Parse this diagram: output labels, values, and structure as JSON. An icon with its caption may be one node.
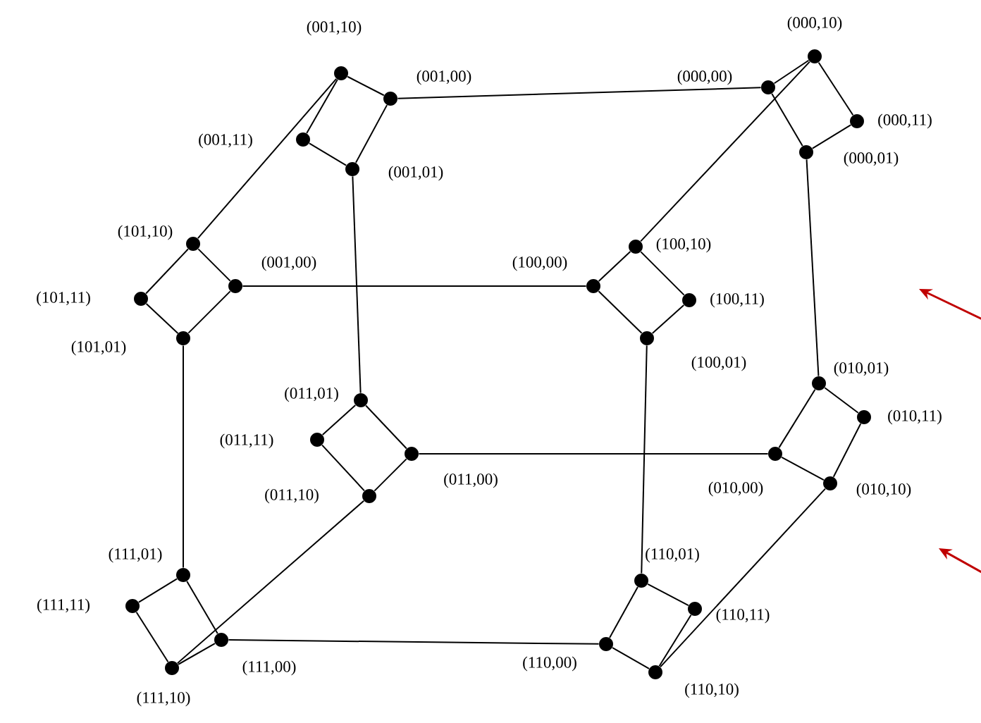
{
  "diagram": {
    "nodes": [
      {
        "text": [],
        "shape": "circle",
        "beside": [
          "(001,10)"
        ]
      },
      {
        "text": [],
        "shape": "circle",
        "beside": [
          "(001,00)"
        ]
      },
      {
        "text": [],
        "shape": "circle",
        "beside": [
          "(001,11)"
        ]
      },
      {
        "text": [],
        "shape": "circle",
        "beside": [
          "(001,01)"
        ]
      },
      {
        "text": [],
        "shape": "circle",
        "beside": [
          "(000,10)"
        ]
      },
      {
        "text": [],
        "shape": "circle",
        "beside": [
          "(000,00)"
        ]
      },
      {
        "text": [],
        "shape": "circle",
        "beside": [
          "(000,11)"
        ]
      },
      {
        "text": [],
        "shape": "circle",
        "beside": [
          "(000,01)"
        ]
      },
      {
        "text": [],
        "shape": "circle",
        "beside": [
          "(101,10)"
        ]
      },
      {
        "text": [],
        "shape": "circle",
        "beside": [
          "(001,00)"
        ]
      },
      {
        "text": [],
        "shape": "circle",
        "beside": [
          "(101,11)"
        ]
      },
      {
        "text": [],
        "shape": "circle",
        "beside": [
          "(101,01)"
        ]
      },
      {
        "text": [],
        "shape": "circle",
        "beside": [
          "(100,10)"
        ]
      },
      {
        "text": [],
        "shape": "circle",
        "beside": [
          "(100,00)"
        ]
      },
      {
        "text": [],
        "shape": "circle",
        "beside": [
          "(100,11)"
        ]
      },
      {
        "text": [],
        "shape": "circle",
        "beside": [
          "(100,01)"
        ]
      },
      {
        "text": [],
        "shape": "circle",
        "beside": [
          "(011,01)"
        ]
      },
      {
        "text": [],
        "shape": "circle",
        "beside": [
          "(011,11)"
        ]
      },
      {
        "text": [],
        "shape": "circle",
        "beside": [
          "(011,00)"
        ]
      },
      {
        "text": [],
        "shape": "circle",
        "beside": [
          "(011,10)"
        ]
      },
      {
        "text": [],
        "shape": "circle",
        "beside": [
          "(010,01)"
        ]
      },
      {
        "text": [],
        "shape": "circle",
        "beside": [
          "(010,11)"
        ]
      },
      {
        "text": [],
        "shape": "circle",
        "beside": [
          "(010,00)"
        ]
      },
      {
        "text": [],
        "shape": "circle",
        "beside": [
          "(010,10)"
        ]
      },
      {
        "text": [],
        "shape": "circle",
        "beside": [
          "(111,01)"
        ]
      },
      {
        "text": [],
        "shape": "circle",
        "beside": [
          "(111,11)"
        ]
      },
      {
        "text": [],
        "shape": "circle",
        "beside": [
          "(111,00)"
        ]
      },
      {
        "text": [],
        "shape": "circle",
        "beside": [
          "(111,10)"
        ]
      },
      {
        "text": [],
        "shape": "circle",
        "beside": [
          "(110,01)"
        ]
      },
      {
        "text": [],
        "shape": "circle",
        "beside": [
          "(110,11)"
        ]
      },
      {
        "text": [],
        "shape": "circle",
        "beside": [
          "(110,00)"
        ]
      },
      {
        "text": [],
        "shape": "circle",
        "beside": [
          "(110,10)"
        ]
      }
    ],
    "edges": [
      {
        "from": 0,
        "to": 1,
        "arrow": "none"
      },
      {
        "from": 1,
        "to": 3,
        "arrow": "none"
      },
      {
        "from": 3,
        "to": 2,
        "arrow": "none"
      },
      {
        "from": 2,
        "to": 0,
        "arrow": "none"
      },
      {
        "from": 5,
        "to": 4,
        "arrow": "none"
      },
      {
        "from": 4,
        "to": 6,
        "arrow": "none"
      },
      {
        "from": 6,
        "to": 7,
        "arrow": "none"
      },
      {
        "from": 7,
        "to": 5,
        "arrow": "none"
      },
      {
        "from": 8,
        "to": 9,
        "arrow": "none"
      },
      {
        "from": 9,
        "to": 11,
        "arrow": "none"
      },
      {
        "from": 11,
        "to": 10,
        "arrow": "none"
      },
      {
        "from": 10,
        "to": 8,
        "arrow": "none"
      },
      {
        "from": 12,
        "to": 14,
        "arrow": "none"
      },
      {
        "from": 14,
        "to": 15,
        "arrow": "none"
      },
      {
        "from": 15,
        "to": 13,
        "arrow": "none"
      },
      {
        "from": 13,
        "to": 12,
        "arrow": "none"
      },
      {
        "from": 16,
        "to": 18,
        "arrow": "none"
      },
      {
        "from": 18,
        "to": 19,
        "arrow": "none"
      },
      {
        "from": 19,
        "to": 17,
        "arrow": "none"
      },
      {
        "from": 17,
        "to": 16,
        "arrow": "none"
      },
      {
        "from": 20,
        "to": 21,
        "arrow": "none"
      },
      {
        "from": 21,
        "to": 23,
        "arrow": "none"
      },
      {
        "from": 23,
        "to": 22,
        "arrow": "none"
      },
      {
        "from": 22,
        "to": 20,
        "arrow": "none"
      },
      {
        "from": 24,
        "to": 26,
        "arrow": "none"
      },
      {
        "from": 26,
        "to": 27,
        "arrow": "none"
      },
      {
        "from": 27,
        "to": 25,
        "arrow": "none"
      },
      {
        "from": 25,
        "to": 24,
        "arrow": "none"
      },
      {
        "from": 28,
        "to": 29,
        "arrow": "none"
      },
      {
        "from": 29,
        "to": 31,
        "arrow": "none"
      },
      {
        "from": 31,
        "to": 30,
        "arrow": "none"
      },
      {
        "from": 30,
        "to": 28,
        "arrow": "none"
      },
      {
        "from": 0,
        "to": 8,
        "arrow": "none"
      },
      {
        "from": 1,
        "to": 5,
        "arrow": "none"
      },
      {
        "from": 3,
        "to": 16,
        "arrow": "none"
      },
      {
        "from": 4,
        "to": 12,
        "arrow": "none"
      },
      {
        "from": 7,
        "to": 20,
        "arrow": "none"
      },
      {
        "from": 9,
        "to": 13,
        "arrow": "none"
      },
      {
        "from": 11,
        "to": 24,
        "arrow": "none"
      },
      {
        "from": 15,
        "to": 28,
        "arrow": "none"
      },
      {
        "from": 18,
        "to": 22,
        "arrow": "none"
      },
      {
        "from": 19,
        "to": 27,
        "arrow": "none"
      },
      {
        "from": 23,
        "to": 31,
        "arrow": "none"
      },
      {
        "from": 26,
        "to": 30,
        "arrow": "none"
      }
    ]
  }
}
